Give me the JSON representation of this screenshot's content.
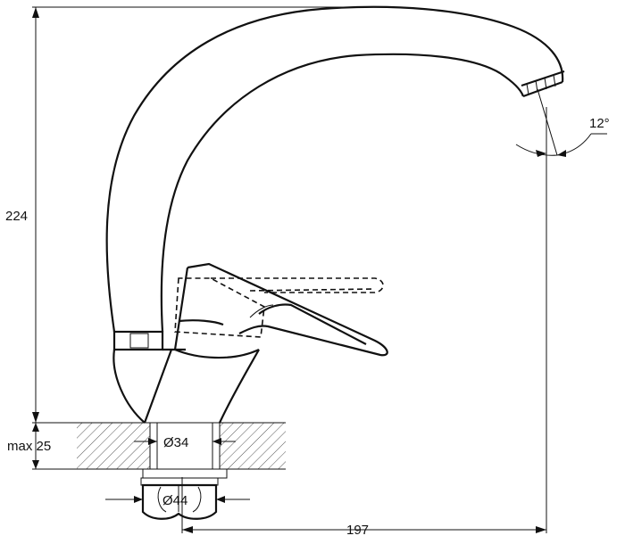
{
  "drawing": {
    "height_label": "224",
    "reach_label": "197",
    "angle_label": "12°",
    "counter_thickness_label": "max 25",
    "shank_diameter_label": "Ø34",
    "nut_diameter_label": "Ø44"
  }
}
